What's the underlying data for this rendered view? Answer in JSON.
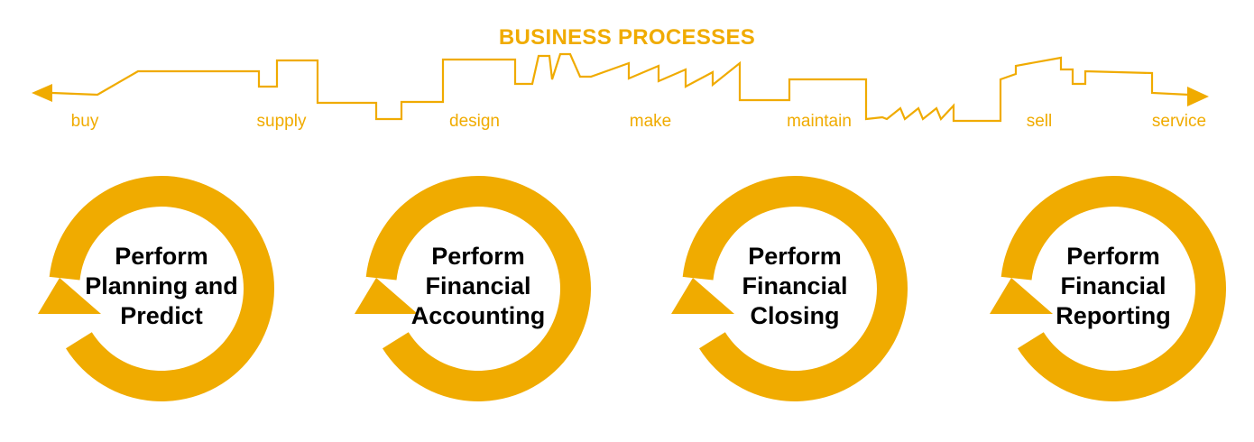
{
  "header": {
    "title": "BUSINESS PROCESSES"
  },
  "colors": {
    "accent": "#F0AB00",
    "text": "#000000",
    "background": "#FFFFFF"
  },
  "timeline": {
    "arrow": "double-headed-process-line",
    "stages": [
      "buy",
      "supply",
      "design",
      "make",
      "maintain",
      "sell",
      "service"
    ]
  },
  "cycles": [
    {
      "icon": "circular-arrow-icon",
      "lines": [
        "Perform",
        "Planning and",
        "Predict"
      ]
    },
    {
      "icon": "circular-arrow-icon",
      "lines": [
        "Perform",
        "Financial",
        "Accounting"
      ]
    },
    {
      "icon": "circular-arrow-icon",
      "lines": [
        "Perform",
        "Financial",
        "Closing"
      ]
    },
    {
      "icon": "circular-arrow-icon",
      "lines": [
        "Perform",
        "Financial",
        "Reporting"
      ]
    }
  ]
}
